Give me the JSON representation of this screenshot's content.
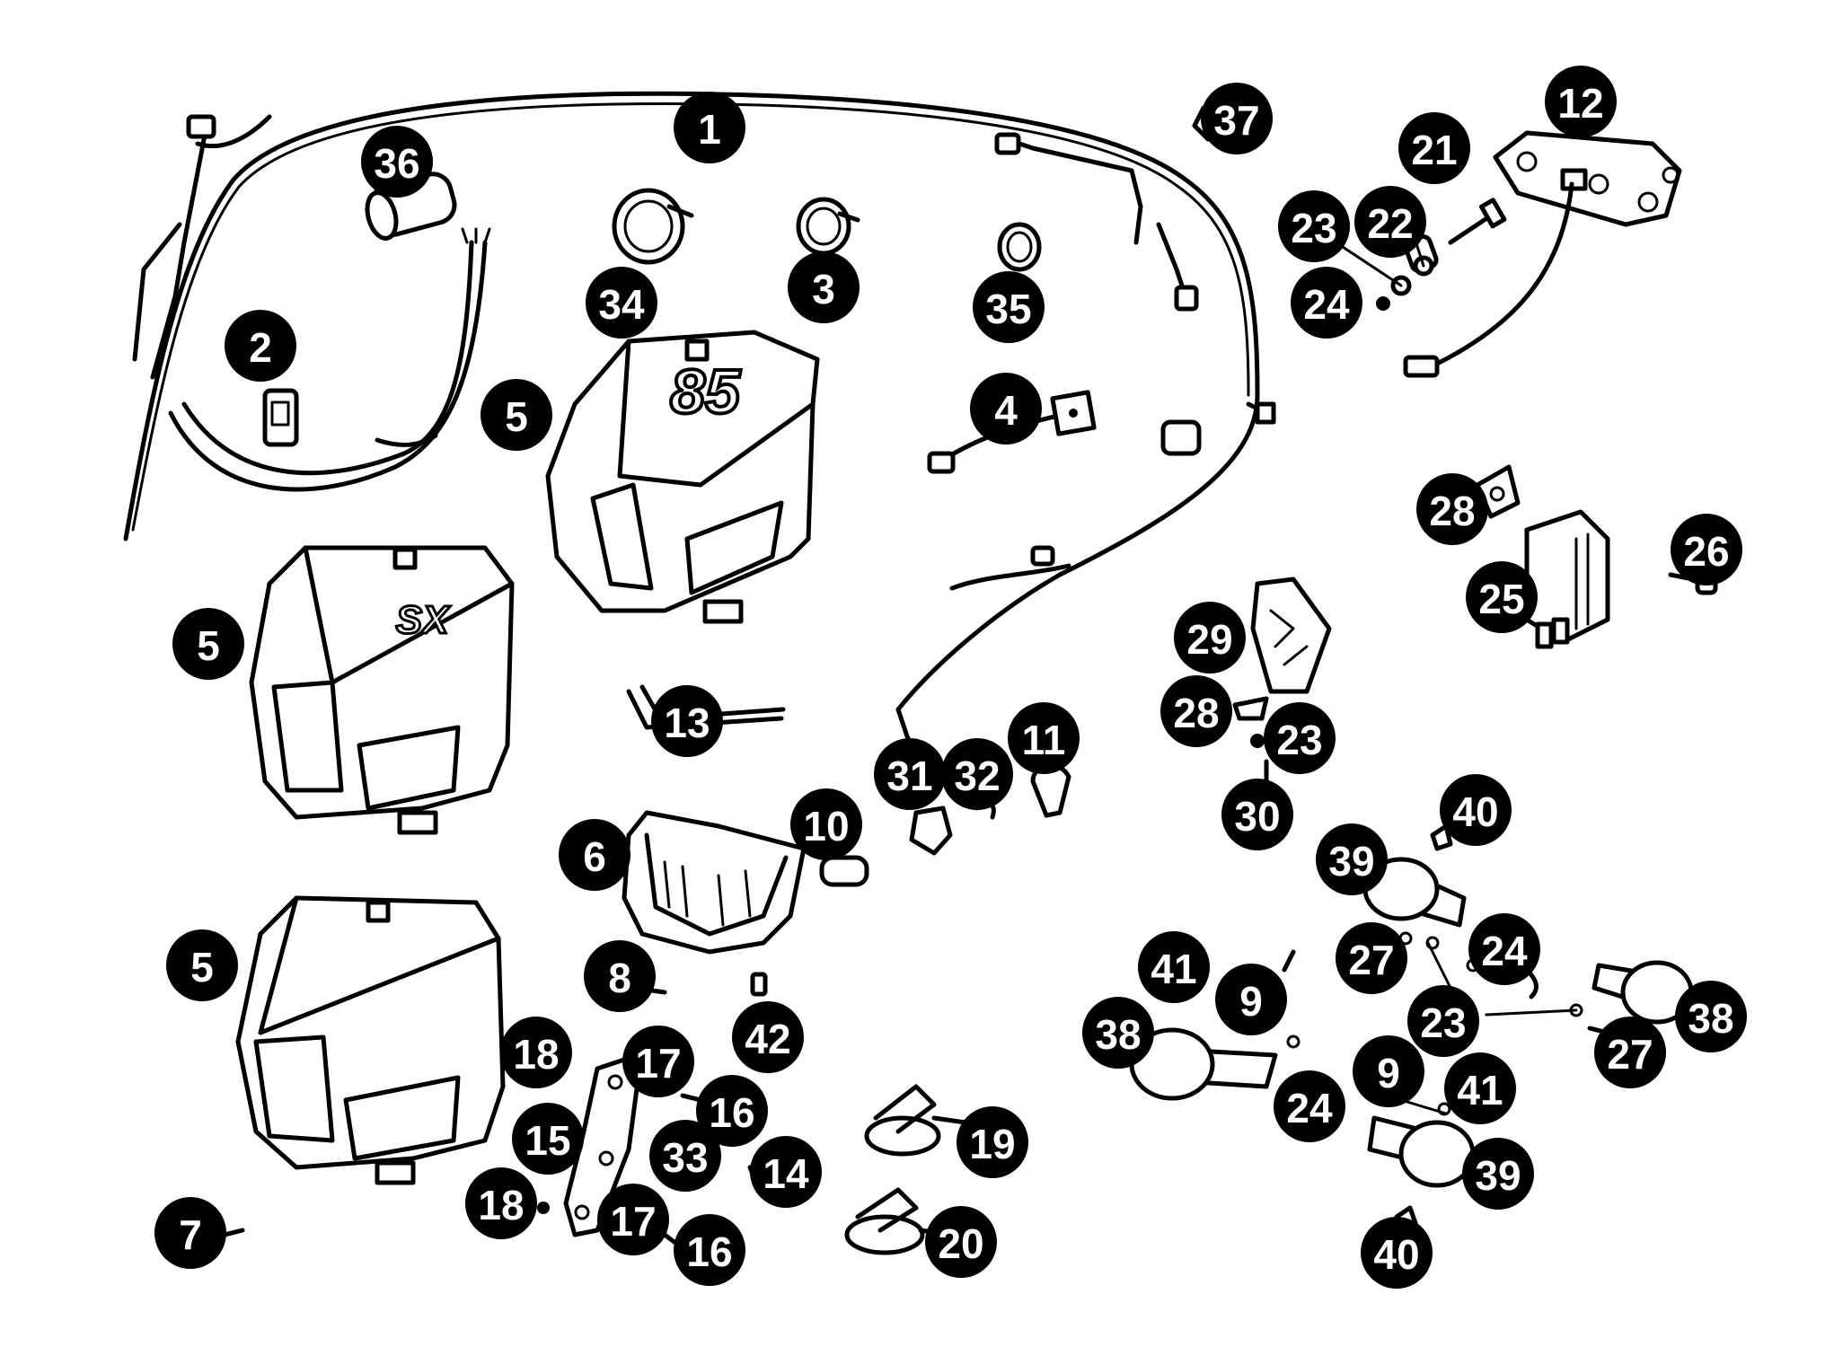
{
  "callouts": [
    {
      "id": "c1",
      "label": "1"
    },
    {
      "id": "c2",
      "label": "2"
    },
    {
      "id": "c3",
      "label": "3"
    },
    {
      "id": "c4",
      "label": "4"
    },
    {
      "id": "c5a",
      "label": "5"
    },
    {
      "id": "c5b",
      "label": "5"
    },
    {
      "id": "c5c",
      "label": "5"
    },
    {
      "id": "c6",
      "label": "6"
    },
    {
      "id": "c7",
      "label": "7"
    },
    {
      "id": "c8",
      "label": "8"
    },
    {
      "id": "c9a",
      "label": "9"
    },
    {
      "id": "c9b",
      "label": "9"
    },
    {
      "id": "c10",
      "label": "10"
    },
    {
      "id": "c11",
      "label": "11"
    },
    {
      "id": "c12",
      "label": "12"
    },
    {
      "id": "c13",
      "label": "13"
    },
    {
      "id": "c14",
      "label": "14"
    },
    {
      "id": "c15",
      "label": "15"
    },
    {
      "id": "c16a",
      "label": "16"
    },
    {
      "id": "c16b",
      "label": "16"
    },
    {
      "id": "c17a",
      "label": "17"
    },
    {
      "id": "c17b",
      "label": "17"
    },
    {
      "id": "c18a",
      "label": "18"
    },
    {
      "id": "c18b",
      "label": "18"
    },
    {
      "id": "c19",
      "label": "19"
    },
    {
      "id": "c20",
      "label": "20"
    },
    {
      "id": "c21",
      "label": "21"
    },
    {
      "id": "c22",
      "label": "22"
    },
    {
      "id": "c23a",
      "label": "23"
    },
    {
      "id": "c23b",
      "label": "23"
    },
    {
      "id": "c23c",
      "label": "23"
    },
    {
      "id": "c24a",
      "label": "24"
    },
    {
      "id": "c24b",
      "label": "24"
    },
    {
      "id": "c24c",
      "label": "24"
    },
    {
      "id": "c25",
      "label": "25"
    },
    {
      "id": "c26",
      "label": "26"
    },
    {
      "id": "c27a",
      "label": "27"
    },
    {
      "id": "c27b",
      "label": "27"
    },
    {
      "id": "c28a",
      "label": "28"
    },
    {
      "id": "c28b",
      "label": "28"
    },
    {
      "id": "c29",
      "label": "29"
    },
    {
      "id": "c30",
      "label": "30"
    },
    {
      "id": "c31",
      "label": "31"
    },
    {
      "id": "c32",
      "label": "32"
    },
    {
      "id": "c33",
      "label": "33"
    },
    {
      "id": "c34",
      "label": "34"
    },
    {
      "id": "c35",
      "label": "35"
    },
    {
      "id": "c36",
      "label": "36"
    },
    {
      "id": "c37",
      "label": "37"
    },
    {
      "id": "c38a",
      "label": "38"
    },
    {
      "id": "c38b",
      "label": "38"
    },
    {
      "id": "c39a",
      "label": "39"
    },
    {
      "id": "c39b",
      "label": "39"
    },
    {
      "id": "c40a",
      "label": "40"
    },
    {
      "id": "c40b",
      "label": "40"
    },
    {
      "id": "c41a",
      "label": "41"
    },
    {
      "id": "c41b",
      "label": "41"
    },
    {
      "id": "c42",
      "label": "42"
    }
  ],
  "headlight_labels": {
    "top": "85",
    "middle": "SX"
  }
}
